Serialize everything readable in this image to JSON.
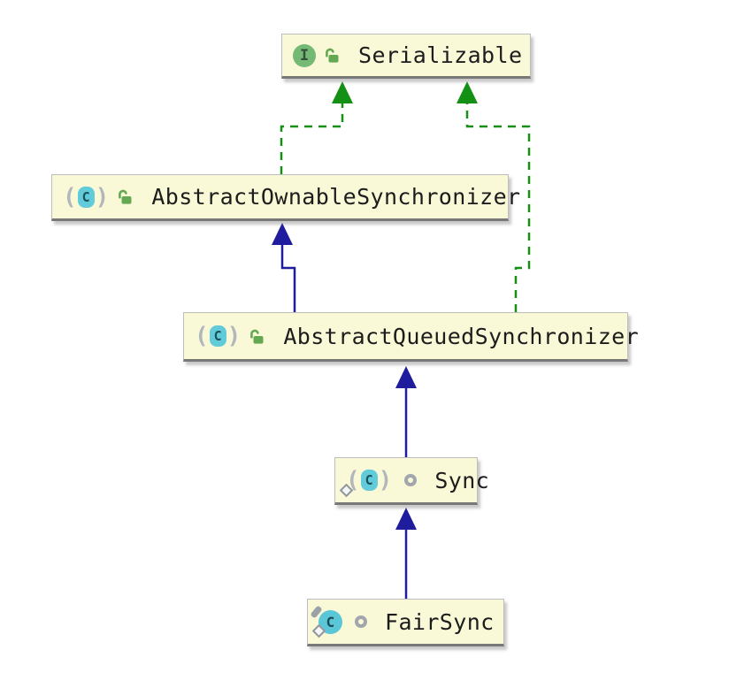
{
  "diagram": {
    "type": "uml-class-hierarchy",
    "background": "#ffffff"
  },
  "colors": {
    "node_fill": "#f9f9d8",
    "node_border": "#bdbdbd",
    "node_underline": "#787878",
    "extends_blue": "#201c9e",
    "implements_green": "#149114",
    "lock_green": "#64a852",
    "interface_icon_green": "#74ba74",
    "class_icon_cyan": "#62cbda",
    "label_text": "#1c1c1c",
    "modifier_gray": "#98a0a6"
  },
  "icons": {
    "interface_letter": "I",
    "class_letter": "C"
  },
  "nodes": [
    {
      "id": "serializable",
      "label": "Serializable",
      "stereotype": "interface",
      "visibility": "public"
    },
    {
      "id": "abstract-ownable-synchronizer",
      "label": "AbstractOwnableSynchronizer",
      "stereotype": "abstract-class",
      "visibility": "public"
    },
    {
      "id": "abstract-queued-synchronizer",
      "label": "AbstractQueuedSynchronizer",
      "stereotype": "abstract-class",
      "visibility": "public"
    },
    {
      "id": "sync",
      "label": "Sync",
      "stereotype": "abstract-static-class",
      "visibility": "package-private"
    },
    {
      "id": "fair-sync",
      "label": "FairSync",
      "stereotype": "static-final-class",
      "visibility": "package-private"
    }
  ],
  "edges": [
    {
      "from": "AbstractOwnableSynchronizer",
      "to": "Serializable",
      "relation": "implements"
    },
    {
      "from": "AbstractQueuedSynchronizer",
      "to": "Serializable",
      "relation": "implements"
    },
    {
      "from": "AbstractQueuedSynchronizer",
      "to": "AbstractOwnableSynchronizer",
      "relation": "extends"
    },
    {
      "from": "Sync",
      "to": "AbstractQueuedSynchronizer",
      "relation": "extends"
    },
    {
      "from": "FairSync",
      "to": "Sync",
      "relation": "extends"
    }
  ]
}
